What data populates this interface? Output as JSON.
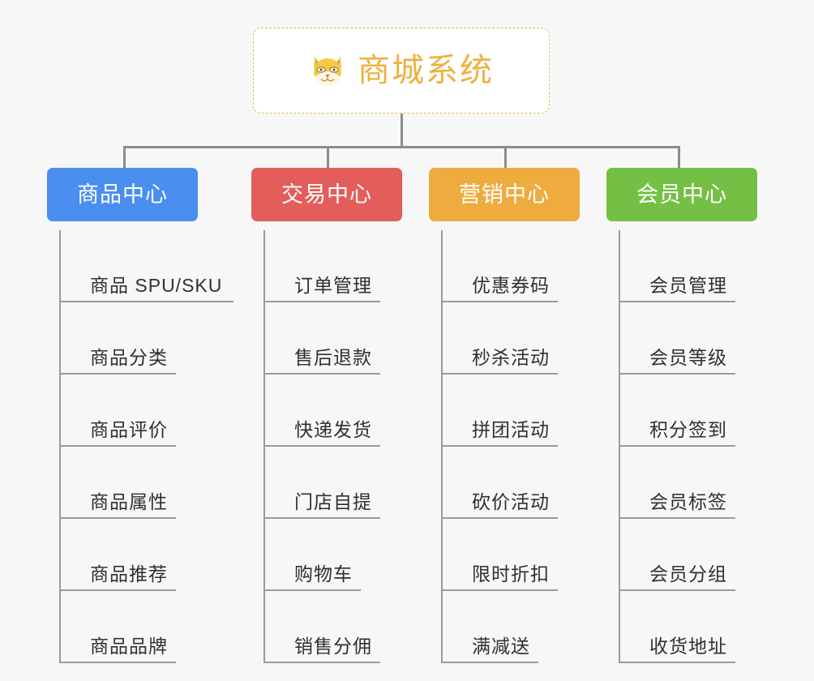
{
  "page": {
    "background_color": "#f7f7f7",
    "line_color": "#8c8c8c"
  },
  "root": {
    "icon": "shiba-dog-face-emoji",
    "title": "商城系统",
    "text_color": "#eeb140",
    "border_color": "#e8b86a",
    "background": "#ffffff"
  },
  "columns": [
    {
      "id": "product-center",
      "label": "商品中心",
      "color": "#4a8ef0",
      "items": [
        {
          "label": "商品 SPU/SKU"
        },
        {
          "label": "商品分类"
        },
        {
          "label": "商品评价"
        },
        {
          "label": "商品属性"
        },
        {
          "label": "商品推荐"
        },
        {
          "label": "商品品牌"
        }
      ]
    },
    {
      "id": "trade-center",
      "label": "交易中心",
      "color": "#e35d5b",
      "items": [
        {
          "label": "订单管理"
        },
        {
          "label": "售后退款"
        },
        {
          "label": "快递发货"
        },
        {
          "label": "门店自提"
        },
        {
          "label": "购物车"
        },
        {
          "label": "销售分佣"
        }
      ]
    },
    {
      "id": "marketing-center",
      "label": "营销中心",
      "color": "#eeac3f",
      "items": [
        {
          "label": "优惠券码"
        },
        {
          "label": "秒杀活动"
        },
        {
          "label": "拼团活动"
        },
        {
          "label": "砍价活动"
        },
        {
          "label": "限时折扣"
        },
        {
          "label": "满减送"
        }
      ]
    },
    {
      "id": "member-center",
      "label": "会员中心",
      "color": "#74c044",
      "items": [
        {
          "label": "会员管理"
        },
        {
          "label": "会员等级"
        },
        {
          "label": "积分签到"
        },
        {
          "label": "会员标签"
        },
        {
          "label": "会员分组"
        },
        {
          "label": "收货地址"
        }
      ]
    }
  ]
}
